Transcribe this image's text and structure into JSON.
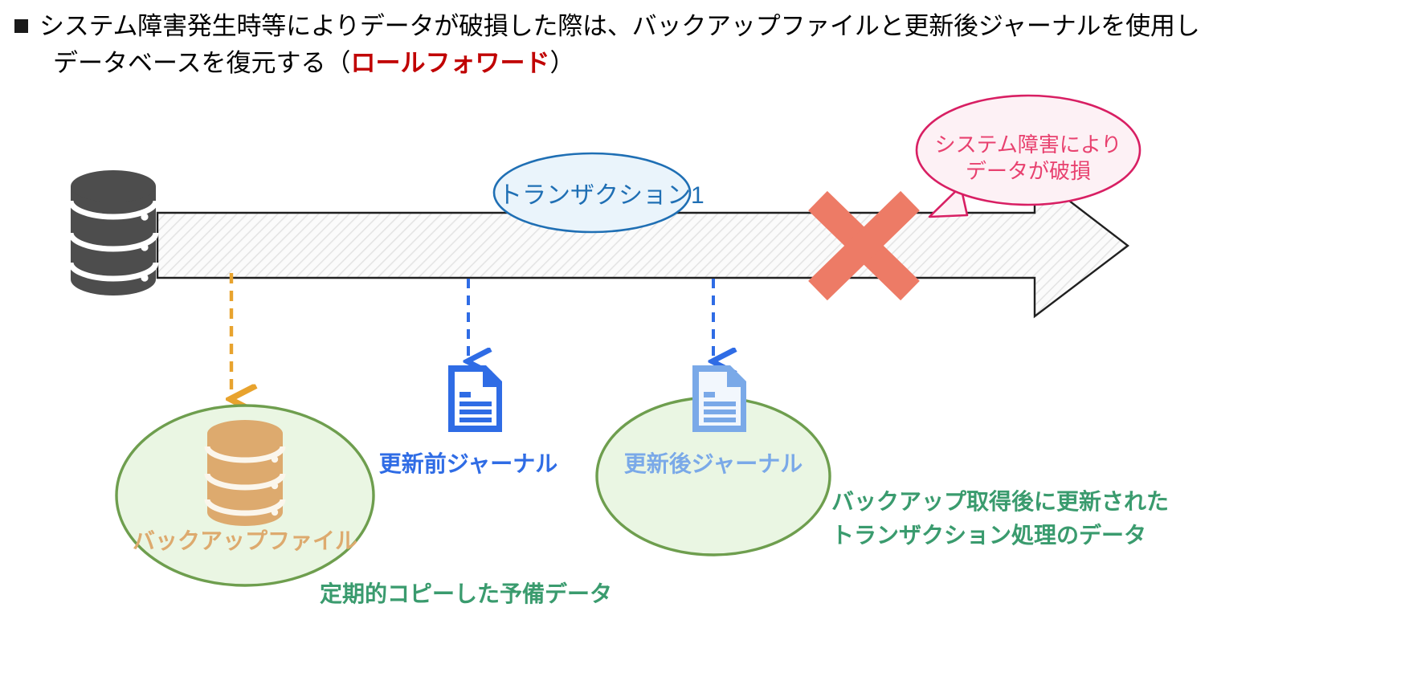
{
  "slide": {
    "headline": {
      "bullet_icon": "square-bullet-icon",
      "line1": "システム障害発生時等によりデータが破損した際は、バックアップファイルと更新後ジャーナルを使用し",
      "line2_prefix": "データベースを復元する（",
      "line2_emphasis": "ロールフォワード",
      "line2_suffix": "）",
      "emphasis_color": "#c00000"
    },
    "diagram": {
      "database_icon": "database-cylinder-icon",
      "timeline_arrow": "timeline-right-arrow",
      "transaction_label": "トランザクション1",
      "transaction_color": "#1f6fb4",
      "failure_mark_icon": "red-x-mark-icon",
      "failure_mark_color": "#ed7b66",
      "callout": {
        "line1": "システム障害により",
        "line2": "データが破損",
        "color": "#e8416f",
        "fill": "#fdf1f5"
      },
      "backup": {
        "ellipse_color": "#6e9e4e",
        "ellipse_fill": "#eaf6e3",
        "icon": "backup-database-cylinder-icon",
        "icon_color": "#ddaa6e",
        "label": "バックアップファイル",
        "label_color": "#ddaa6e",
        "arrow_icon": "dashed-down-arrow-icon",
        "arrow_color": "#e8a32e"
      },
      "journal_before": {
        "icon": "document-icon",
        "icon_color": "#2f6ce5",
        "label": "更新前ジャーナル",
        "label_color": "#2f6ce5",
        "arrow_icon": "dashed-down-arrow-icon",
        "arrow_color": "#2f6ce5"
      },
      "journal_after": {
        "ellipse_color": "#6e9e4e",
        "ellipse_fill": "#eaf6e3",
        "icon": "document-icon",
        "icon_color": "#7aa9e8",
        "label": "更新後ジャーナル",
        "label_color": "#7aa9e8",
        "arrow_icon": "dashed-down-arrow-icon",
        "arrow_color": "#2f6ce5"
      },
      "note_right": {
        "line1": "バックアップ取得後に更新された",
        "line2": "トランザクション処理のデータ",
        "color": "#3a9b6e"
      },
      "note_bottom": {
        "line1": "定期的コピーした予備データ",
        "color": "#3a9b6e"
      }
    }
  }
}
